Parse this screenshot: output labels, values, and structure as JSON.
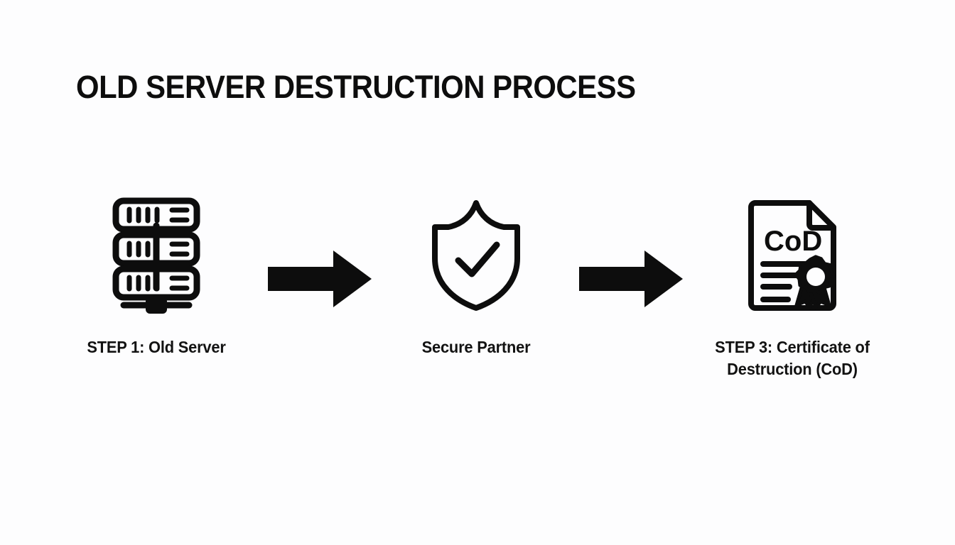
{
  "slide": {
    "title": "OLD SERVER DESTRUCTION PROCESS",
    "background_color": "#fdfdfe",
    "ink_color": "#0d0d0d"
  },
  "diagram": {
    "type": "process-flow",
    "orientation": "left-to-right",
    "steps": [
      {
        "id": "step-1",
        "label": "STEP 1: Old Server",
        "icon": "server-rack-icon",
        "icon_description": "Three stacked rack units with status bars, joined by a vertical line to a network node"
      },
      {
        "id": "step-2",
        "label": "Secure Partner",
        "icon": "shield-check-icon",
        "icon_description": "Outlined shield containing a check mark"
      },
      {
        "id": "step-3",
        "label": "STEP 3: Certificate of Destruction (CoD)",
        "icon": "certificate-document-icon",
        "icon_description": "Document with folded corner reading CoD, text lines and an award seal with ribbons",
        "document_text": "CoD"
      }
    ],
    "connectors": [
      {
        "id": "arrow-1",
        "icon": "right-arrow-icon",
        "from": "step-1",
        "to": "step-2"
      },
      {
        "id": "arrow-2",
        "icon": "right-arrow-icon",
        "from": "step-2",
        "to": "step-3"
      }
    ]
  }
}
